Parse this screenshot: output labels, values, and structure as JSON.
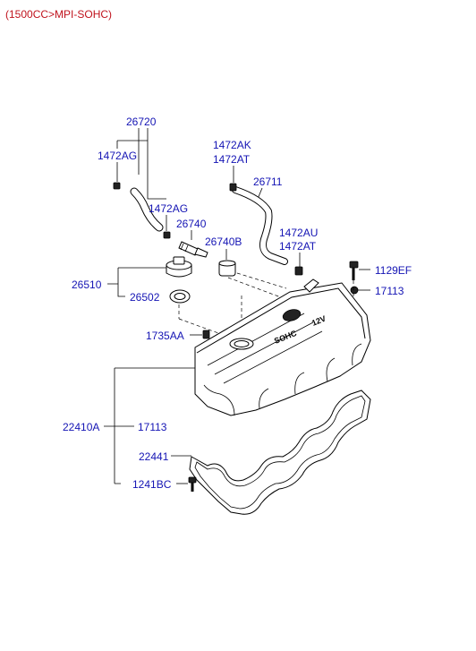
{
  "header": {
    "title": "(1500CC>MPI-SOHC)"
  },
  "colors": {
    "header": "#c0141e",
    "label": "#1414b4",
    "line": "#000000"
  },
  "callouts": {
    "c26720": "26720",
    "c1472AG_a": "1472AG",
    "c1472AG_b": "1472AG",
    "c1472AK": "1472AK",
    "c1472AT_a": "1472AT",
    "c26711": "26711",
    "c26740": "26740",
    "c26740B": "26740B",
    "c1472AU": "1472AU",
    "c1472AT_b": "1472AT",
    "c1129EF": "1129EF",
    "c17113_a": "17113",
    "c26510": "26510",
    "c26502": "26502",
    "c1735AA": "1735AA",
    "c22410A": "22410A",
    "c17113_b": "17113",
    "c22441": "22441",
    "c1241BC": "1241BC"
  },
  "cover_text": {
    "word1": "SOHC",
    "word2": "12V"
  }
}
